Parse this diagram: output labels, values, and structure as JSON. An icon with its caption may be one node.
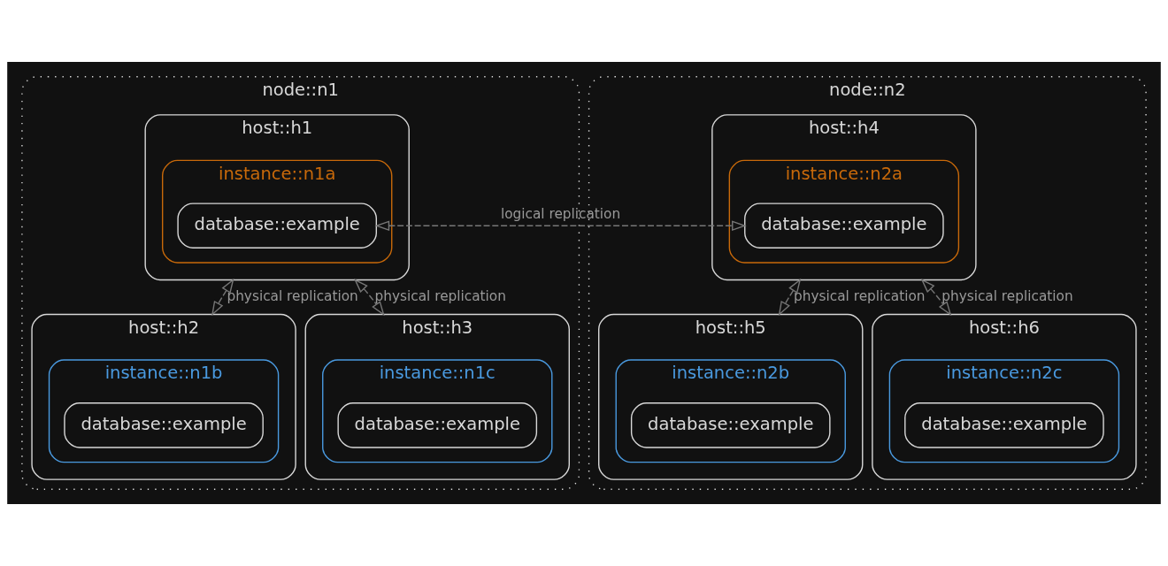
{
  "diagram": {
    "nodes": [
      {
        "text": [
          "node::n1"
        ]
      },
      {
        "text": [
          "host::h1"
        ],
        "in": 0
      },
      {
        "text": [
          "instance::n1a"
        ],
        "in": 1
      },
      {
        "text": [
          "database::example"
        ],
        "in": 2
      },
      {
        "text": [
          "host::h2"
        ],
        "in": 0
      },
      {
        "text": [
          "instance::n1b"
        ],
        "in": 4
      },
      {
        "text": [
          "database::example"
        ],
        "in": 5
      },
      {
        "text": [
          "host::h3"
        ],
        "in": 0
      },
      {
        "text": [
          "instance::n1c"
        ],
        "in": 7
      },
      {
        "text": [
          "database::example"
        ],
        "in": 8
      },
      {
        "text": [
          "node::n2"
        ]
      },
      {
        "text": [
          "host::h4"
        ],
        "in": 10
      },
      {
        "text": [
          "instance::n2a"
        ],
        "in": 11
      },
      {
        "text": [
          "database::example"
        ],
        "in": 12
      },
      {
        "text": [
          "host::h5"
        ],
        "in": 10
      },
      {
        "text": [
          "instance::n2b"
        ],
        "in": 14
      },
      {
        "text": [
          "database::example"
        ],
        "in": 15
      },
      {
        "text": [
          "host::h6"
        ],
        "in": 10
      },
      {
        "text": [
          "instance::n2c"
        ],
        "in": 17
      },
      {
        "text": [
          "database::example"
        ],
        "in": 18
      }
    ],
    "edges": [
      {
        "from": 1,
        "to": 4,
        "arrow": "both",
        "label": "physical replication",
        "style": "dashed"
      },
      {
        "from": 1,
        "to": 7,
        "arrow": "both",
        "label": "physical replication",
        "style": "dashed"
      },
      {
        "from": 3,
        "to": 13,
        "arrow": "both",
        "label": "logical replication",
        "style": "dashed"
      },
      {
        "from": 11,
        "to": 14,
        "arrow": "both",
        "label": "physical replication",
        "style": "dashed"
      },
      {
        "from": 11,
        "to": 17,
        "arrow": "both",
        "label": "physical replication",
        "style": "dashed"
      }
    ]
  }
}
